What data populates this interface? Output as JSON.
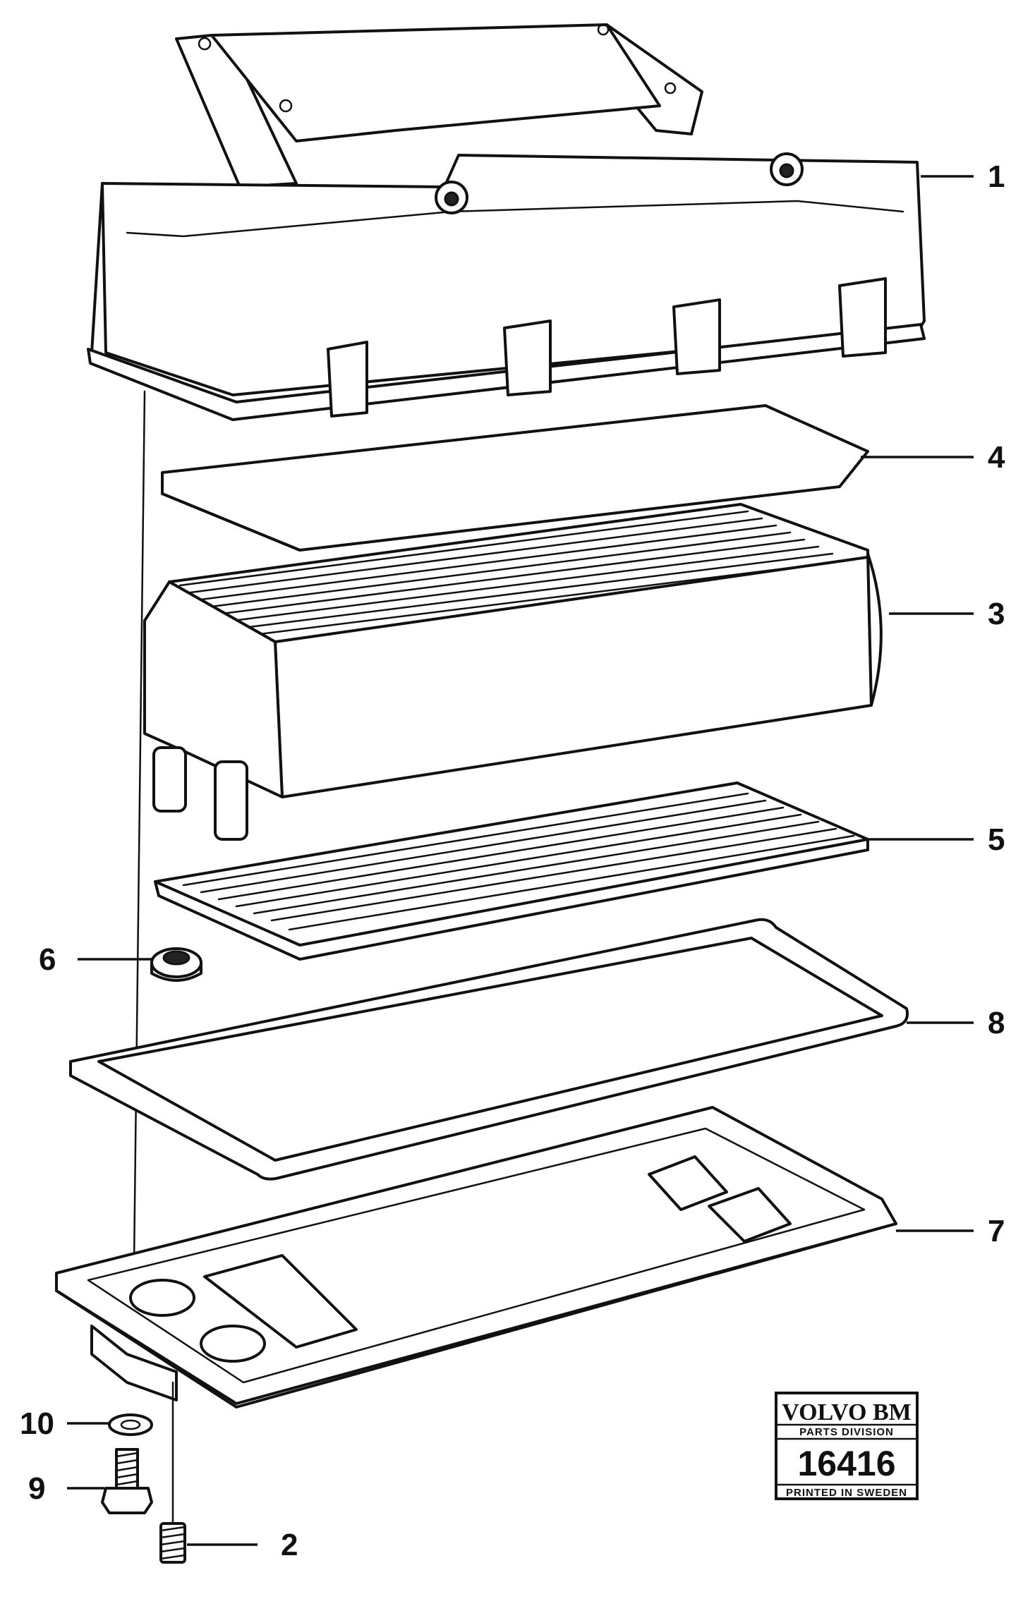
{
  "callouts": {
    "part_1": "1",
    "part_2": "2",
    "part_3": "3",
    "part_4": "4",
    "part_5": "5",
    "part_6": "6",
    "part_7": "7",
    "part_8": "8",
    "part_9": "9",
    "part_10": "10"
  },
  "stamp": {
    "brand": "VOLVO BM",
    "division": "PARTS DIVISION",
    "number": "16416",
    "printed": "PRINTED IN SWEDEN"
  }
}
